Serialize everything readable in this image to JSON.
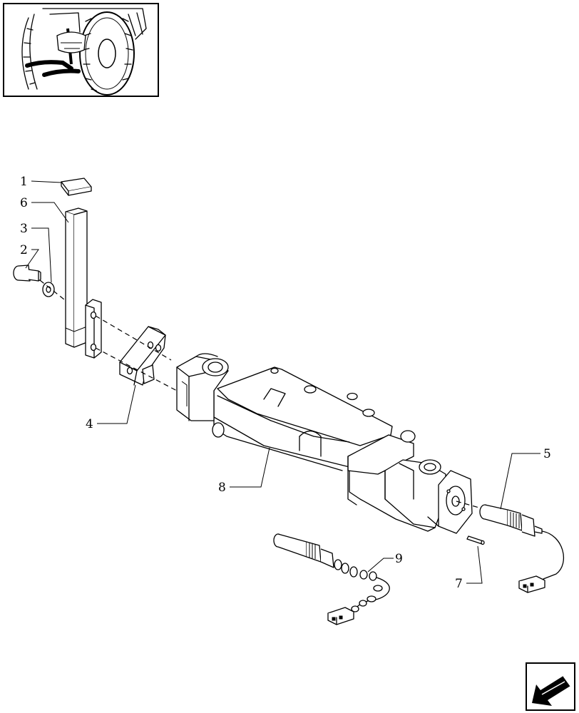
{
  "callouts": [
    "1",
    "2",
    "3",
    "4",
    "5",
    "6",
    "7",
    "8",
    "9"
  ],
  "icons": {
    "thumbnail": "tractor-rear-hitch-thumbnail-icon",
    "navigation": "previous-page-arrow-icon"
  }
}
